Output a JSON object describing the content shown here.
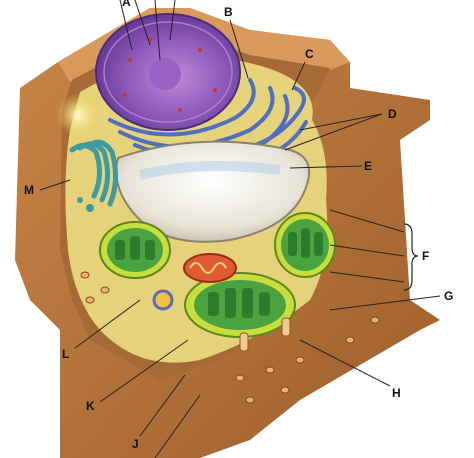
{
  "labels": {
    "A": "A",
    "B": "B",
    "C": "C",
    "D": "D",
    "E": "E",
    "F": "F",
    "G": "G",
    "H": "H",
    "J": "J",
    "K": "K",
    "L": "L",
    "M": "M"
  },
  "colors": {
    "cell_wall": "#b9763f",
    "cytoplasm": "#e3cf6e",
    "nucleus": "#7a4aa8",
    "er": "#5c7fc9",
    "vacuole": "#f2efe6",
    "chloroplast": "#3d9a3a",
    "mitochondrion": "#d8452c",
    "golgi": "#4aa3a8"
  }
}
